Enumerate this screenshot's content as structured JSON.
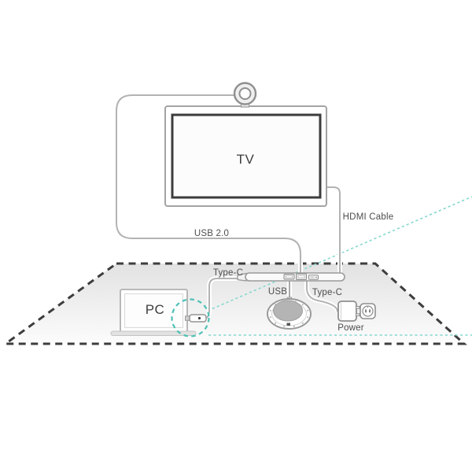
{
  "diagram": {
    "title": "Video conferencing device connection diagram",
    "labels": {
      "tv": "TV",
      "pc": "PC",
      "usb2": "USB 2.0",
      "hdmi": "HDMI Cable",
      "typec_pc": "Type-C",
      "usb_speakerphone": "USB",
      "typec_power": "Type-C",
      "power": "Power"
    },
    "devices": [
      "camera",
      "tv",
      "pc-laptop",
      "usb-hub",
      "speakerphone",
      "power-adapter",
      "power-outlet"
    ],
    "annotations": {
      "magnifier": "teal dashed circle around Type-C connector with dashed callout lines extending to right edge"
    },
    "colors": {
      "cable_gray": "#b3b3b3",
      "outline_gray": "#9a9a9a",
      "screen_border_dark": "#3c3c3c",
      "table_dash": "#3d3d3d",
      "table_fill_top": "#e2e2e2",
      "table_fill_bottom": "#fcfcfc",
      "teal_accent": "#4ec1b5",
      "teal_line": "#85d8cf",
      "speaker_disc": "#b4b4b4",
      "text_gray": "#4d4d4d"
    }
  }
}
